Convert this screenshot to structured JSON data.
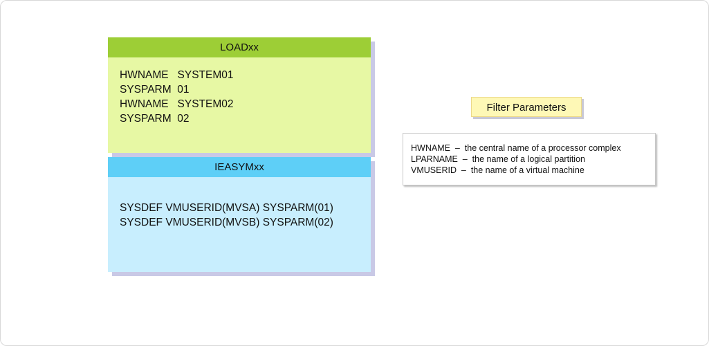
{
  "load_panel": {
    "title": "LOADxx",
    "lines": [
      "HWNAME   SYSTEM01",
      "SYSPARM  01",
      "HWNAME   SYSTEM02",
      "SYSPARM  02"
    ]
  },
  "ieasym_panel": {
    "title": "IEASYMxx",
    "lines": [
      "SYSDEF VMUSERID(MVSA) SYSPARM(01)",
      "SYSDEF VMUSERID(MVSB) SYSPARM(02)"
    ]
  },
  "filter": {
    "title": "Filter Parameters",
    "lines": [
      "HWNAME  –  the central name of a processor complex",
      "LPARNAME  –  the name of a logical partition",
      "VMUSERID  –  the name of a virtual machine"
    ]
  },
  "colors": {
    "load_header": "#9dce36",
    "load_body": "#e7f8a4",
    "ieasym_header": "#5ecff7",
    "ieasym_body": "#c8eefe",
    "filter_title_bg": "#fef8b6"
  }
}
